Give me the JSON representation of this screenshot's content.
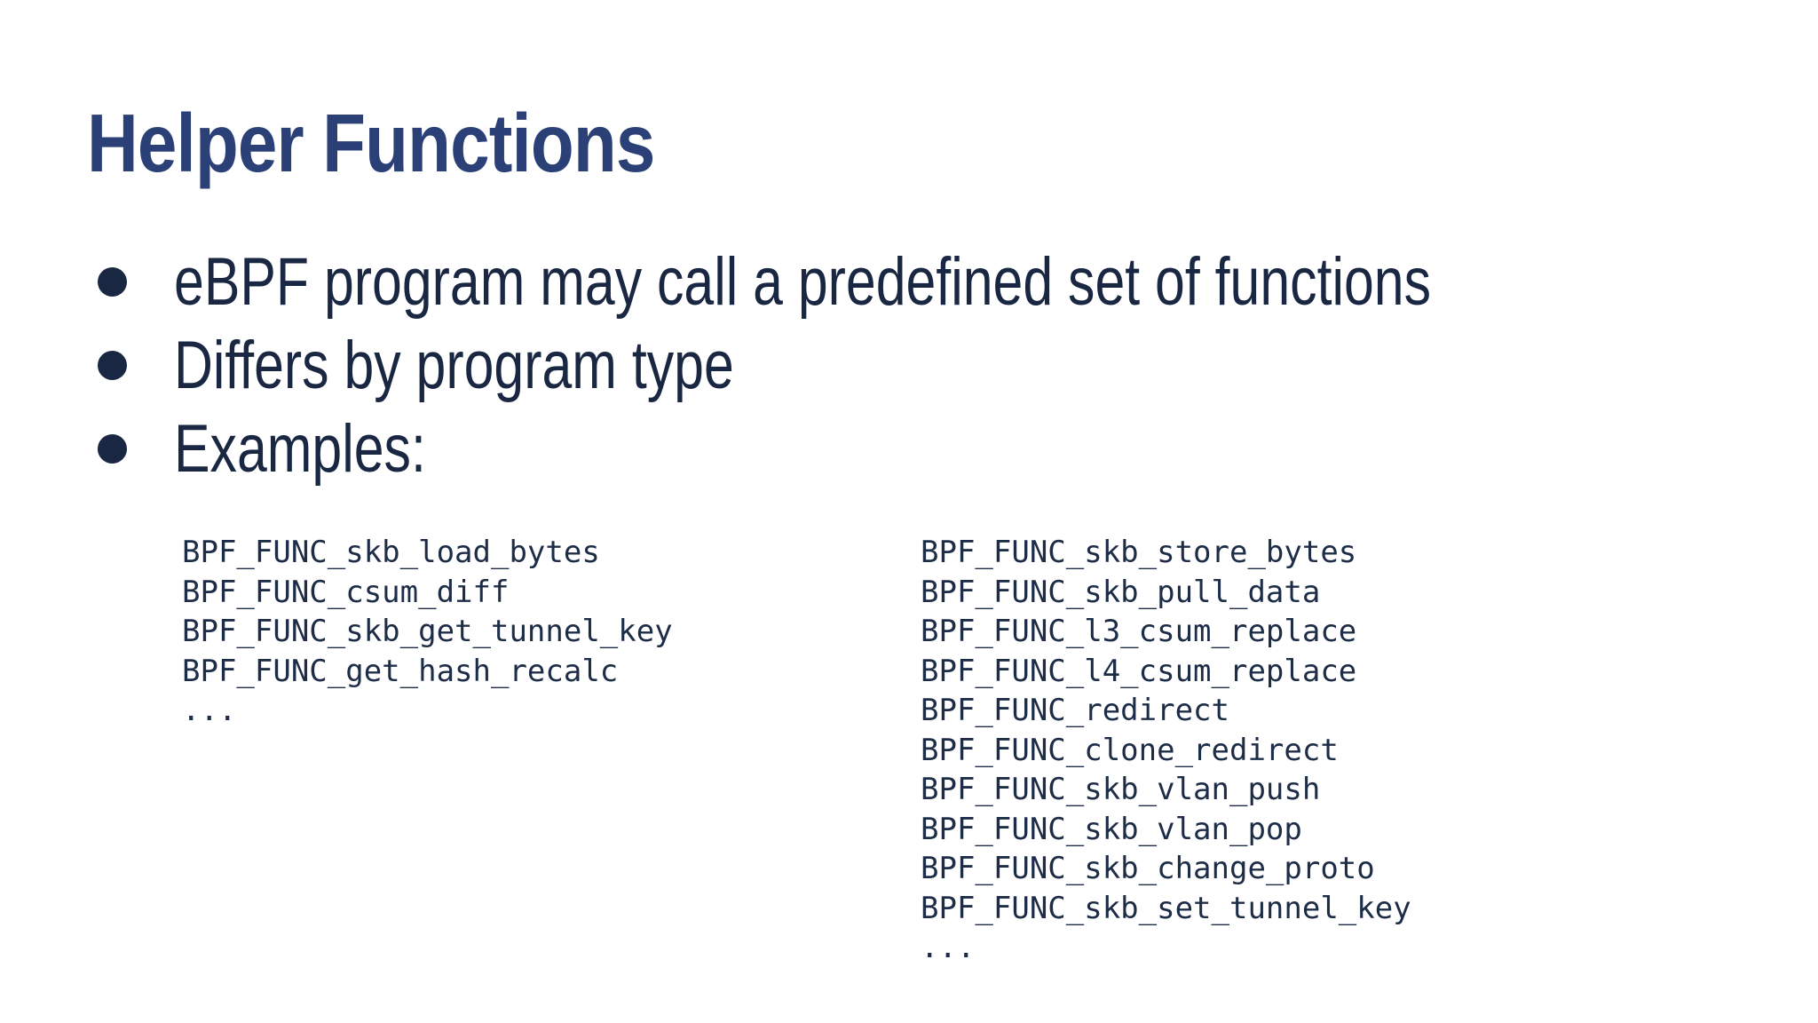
{
  "slide": {
    "title": "Helper Functions",
    "bullets": [
      "eBPF program may call a predefined set of functions",
      "Differs by program type",
      "Examples:"
    ],
    "examples": {
      "left_column": [
        "BPF_FUNC_skb_load_bytes",
        "BPF_FUNC_csum_diff",
        "BPF_FUNC_skb_get_tunnel_key",
        "BPF_FUNC_get_hash_recalc",
        "..."
      ],
      "right_column": [
        "BPF_FUNC_skb_store_bytes",
        "BPF_FUNC_skb_pull_data",
        "BPF_FUNC_l3_csum_replace",
        "BPF_FUNC_l4_csum_replace",
        "BPF_FUNC_redirect",
        "BPF_FUNC_clone_redirect",
        "BPF_FUNC_skb_vlan_push",
        "BPF_FUNC_skb_vlan_pop",
        "BPF_FUNC_skb_change_proto",
        "BPF_FUNC_skb_set_tunnel_key",
        "..."
      ]
    }
  },
  "colors": {
    "background": "#ffffff",
    "title": "#2a4076",
    "body": "#1a2742",
    "code": "#1d2c47"
  }
}
